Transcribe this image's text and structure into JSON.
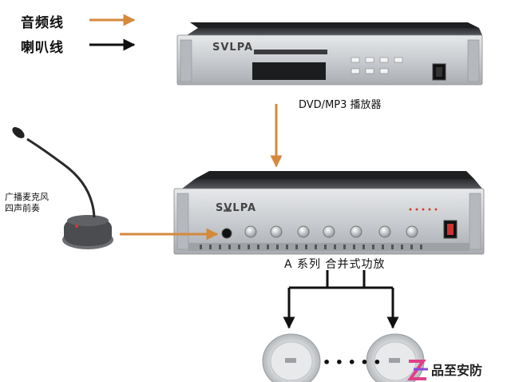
{
  "legend": {
    "audio_line": {
      "label": "音频线",
      "color": "#d4893c"
    },
    "speaker_line": {
      "label": "喇叭线",
      "color": "#111111"
    }
  },
  "dvd_player": {
    "brand": "SVLPA",
    "caption": "DVD/MP3 播放器"
  },
  "amplifier": {
    "brand": "SVLPA",
    "caption": "A 系列  合并式功放"
  },
  "microphone": {
    "caption_line1": "广播麦克风",
    "caption_line2": "四声前奏"
  },
  "speakers": {
    "separator": "• • • • •",
    "count_visible": 2
  },
  "watermark": {
    "text": "品至安防"
  },
  "colors": {
    "device_silver": "#c9ccd0",
    "device_top": "#3b3d40",
    "arrow_orange": "#d4893c",
    "wire_black": "#111111"
  }
}
